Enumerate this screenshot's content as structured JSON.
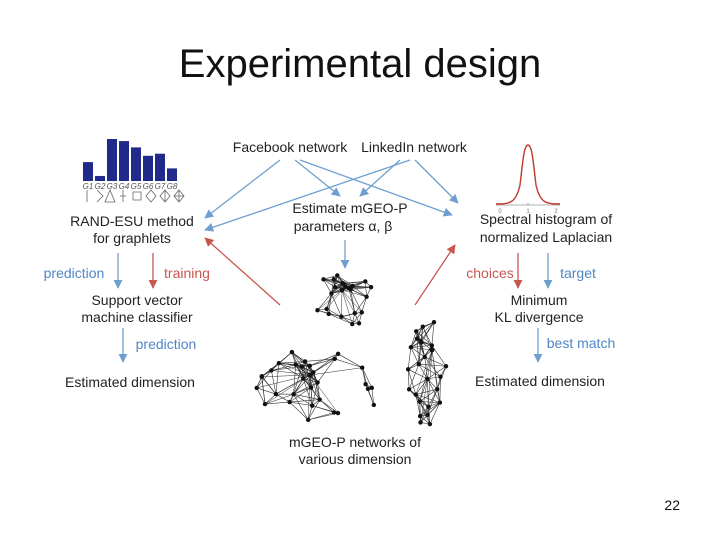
{
  "slide": {
    "title": "Experimental design",
    "page_number": "22"
  },
  "colors": {
    "blue_arrow": "#6f9fd0",
    "red_arrow": "#c8574f",
    "bar_fill": "#1f2a8a",
    "curve": "#c0392b",
    "edge": "#333333",
    "node": "#111111"
  },
  "labels": {
    "facebook": "Facebook network",
    "linkedin": "LinkedIn network",
    "estimate_line1": "Estimate mGEO-P",
    "estimate_line2": "parameters α, β",
    "rand_line1": "RAND-ESU method",
    "rand_line2": "for graphlets",
    "spectral_line1": "Spectral histogram of",
    "spectral_line2": "normalized Laplacian",
    "prediction_left": "prediction",
    "training": "training",
    "svm_line1": "Support vector",
    "svm_line2": "machine classifier",
    "prediction_mid": "prediction",
    "est_dim_left": "Estimated dimension",
    "choices": "choices",
    "target": "target",
    "kl_line1": "Minimum",
    "kl_line2": "KL divergence",
    "best_match": "best match",
    "est_dim_right": "Estimated dimension",
    "mgeop_line1": "mGEO-P networks of",
    "mgeop_line2": "various dimension"
  },
  "graphlet_histogram": {
    "categories": [
      "G1",
      "G2",
      "G3",
      "G4",
      "G5",
      "G6",
      "G7",
      "G8"
    ],
    "values": [
      0.45,
      0.12,
      1.0,
      0.95,
      0.8,
      0.6,
      0.65,
      0.3
    ]
  },
  "spectral_curve": {
    "ticks": [
      "0",
      "1",
      "2"
    ]
  }
}
